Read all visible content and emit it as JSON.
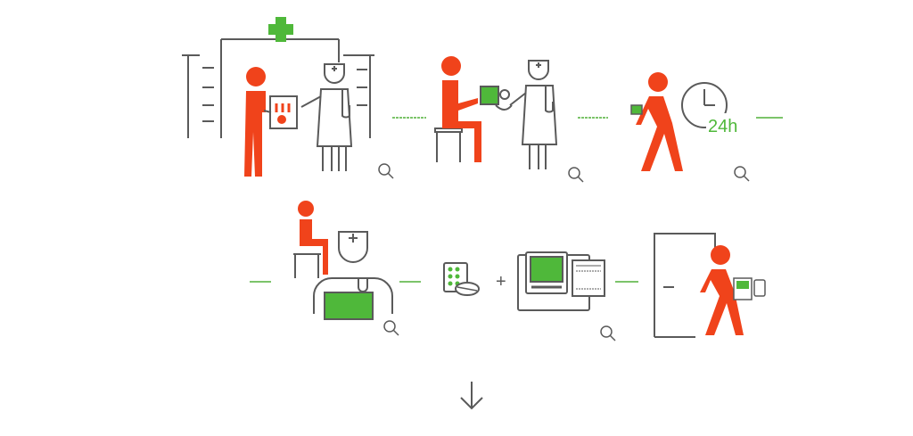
{
  "colors": {
    "accent_green": "#4fb83a",
    "figure_orange": "#f0431b",
    "line_gray": "#5a5a5a",
    "connector_green": "#7cc46a"
  },
  "steps": [
    {
      "id": "step-1-hospital-consultation",
      "icon": "hospital-consultation-illustration",
      "zoom_icon": "magnifier-icon"
    },
    {
      "id": "step-2-device-fitting",
      "icon": "blood-pressure-device-fitting-illustration",
      "zoom_icon": "magnifier-icon"
    },
    {
      "id": "step-3-24h-monitoring",
      "icon": "walking-patient-24h-illustration",
      "zoom_icon": "magnifier-icon",
      "clock_text": "24h"
    },
    {
      "id": "step-4-doctor-review",
      "icon": "doctor-at-laptop-illustration",
      "zoom_icon": "magnifier-icon"
    },
    {
      "id": "step-5-analysis",
      "icon": "pills-and-computer-illustration",
      "zoom_icon": "magnifier-icon",
      "plus_text": "+"
    },
    {
      "id": "step-6-follow-up",
      "icon": "patient-leaving-with-device-illustration"
    }
  ],
  "scroll_arrow": {
    "icon": "arrow-down-icon"
  }
}
